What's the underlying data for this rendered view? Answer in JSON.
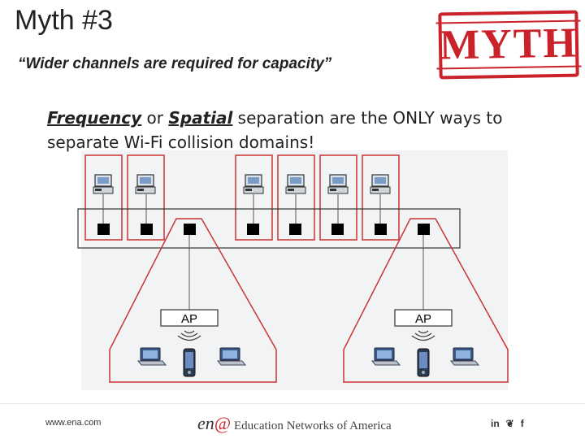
{
  "slide": {
    "title": "Myth #3",
    "subtitle": "“Wider channels are required for capacity”",
    "stamp_text": "MYTH",
    "body": {
      "em1": "Frequency",
      "mid1": " or ",
      "em2": "Spatial",
      "rest": " separation are the ONLY ways to separate Wi-Fi collision domains!"
    }
  },
  "diagram": {
    "ap_labels": [
      "AP",
      "AP"
    ]
  },
  "footer": {
    "url": "www.ena.com",
    "logo_mark": "en",
    "logo_at": "@",
    "logo_text": "Education Networks of America",
    "social": [
      "in",
      "❦",
      "f"
    ]
  },
  "colors": {
    "accent_red": "#c9222a",
    "outline": "#cc3333"
  }
}
